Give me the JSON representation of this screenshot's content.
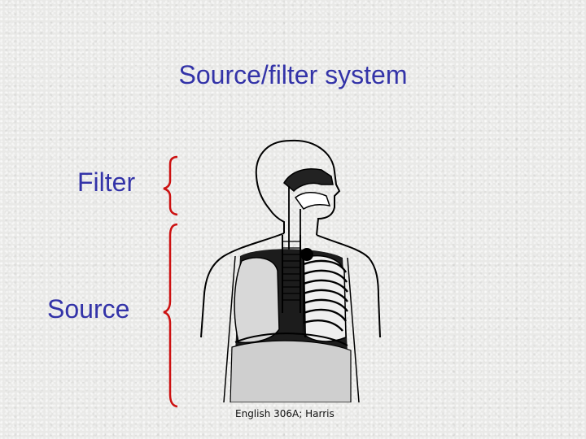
{
  "slide": {
    "title": "Source/filter system",
    "labels": {
      "filter": "Filter",
      "source": "Source"
    },
    "credit": "English 306A; Harris"
  },
  "colors": {
    "label_text": "#3333a8",
    "brace": "#cc1111",
    "background": "#e9e9e7"
  },
  "icons": {
    "illustration": "human-respiratory-system-illustration"
  }
}
